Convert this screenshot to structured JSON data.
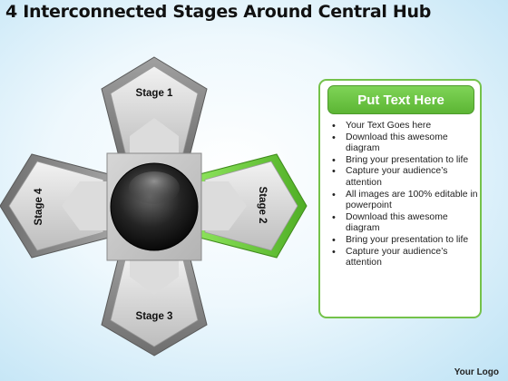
{
  "title": "4 Interconnected Stages Around Central Hub",
  "stages": {
    "stage1": "Stage 1",
    "stage2": "Stage 2",
    "stage3": "Stage 3",
    "stage4": "Stage 4"
  },
  "panel": {
    "header": "Put Text Here",
    "bullets": [
      "Your Text Goes here",
      "Download this awesome diagram",
      "Bring your presentation to life",
      "Capture your audience’s attention",
      "All images are 100% editable in powerpoint",
      "Download this awesome diagram",
      "Bring your presentation to life",
      "Capture your audience’s attention"
    ]
  },
  "logo": "Your Logo",
  "colors": {
    "accent": "#74c24a",
    "highlight_stage": "#6fcf3c",
    "gray_stage": "#8c8c8c",
    "hub": "#111111"
  }
}
